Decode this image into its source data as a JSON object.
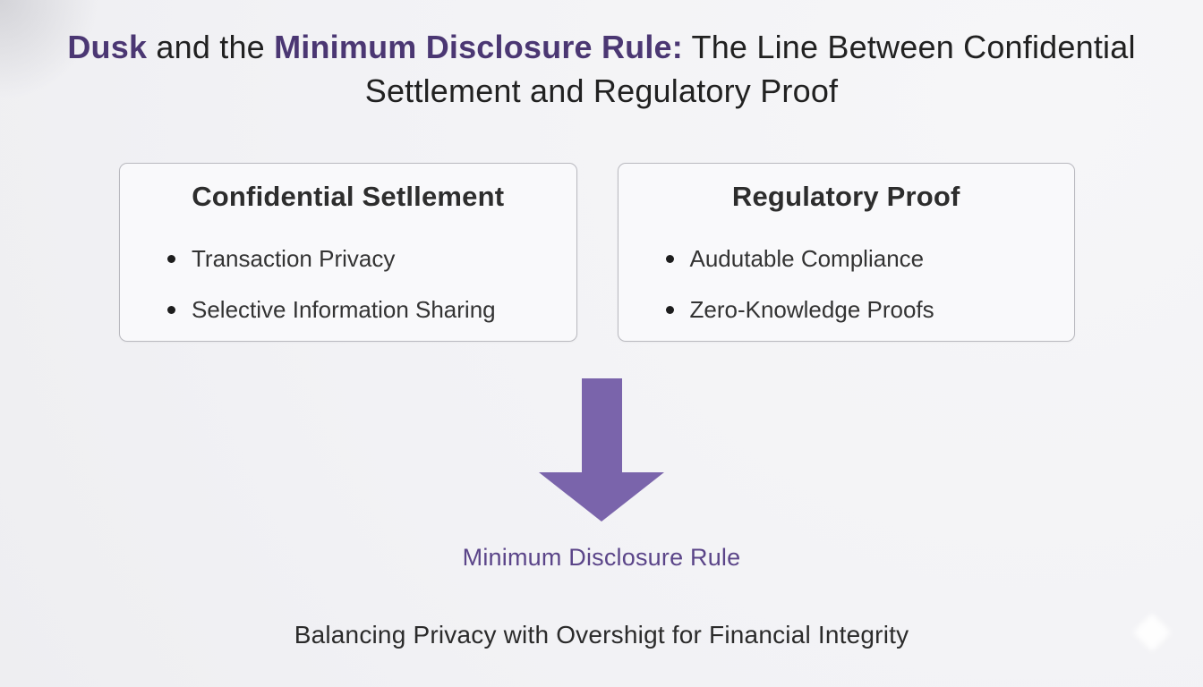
{
  "colors": {
    "title_accent_purple": "#4b3773",
    "arrow_purple": "#7a64ab",
    "label_purple": "#5b4589",
    "body_text_dark": "#2b2b2b",
    "card_border_gray": "#b9b9bf",
    "card_background": "#f9f9fb",
    "page_background": "#f2f2f5"
  },
  "title": {
    "part1_accent": "Dusk",
    "part2": " and the ",
    "part3_accent": "Minimum Disclosure Rule:",
    "part4": " The Line Between Confidential Settlement and Regulatory Proof"
  },
  "boxes": [
    {
      "heading": "Confidential Setllement",
      "bullets": [
        "Transaction Privacy",
        "Selective Information Sharing"
      ]
    },
    {
      "heading": "Regulatory Proof",
      "bullets": [
        "Audutable Compliance",
        "Zero-Knowledge Proofs"
      ]
    }
  ],
  "arrow": {
    "direction": "down",
    "label": "Minimum Disclosure Rule"
  },
  "footer": {
    "text": "Balancing Privacy with Overshigt for Financial Integrity"
  }
}
